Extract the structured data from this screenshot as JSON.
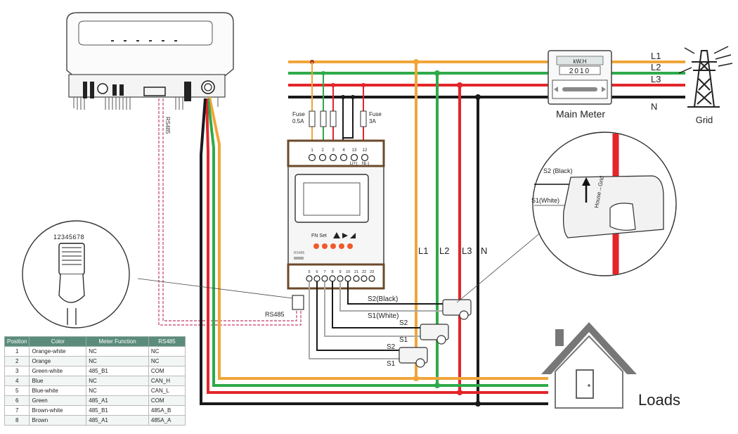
{
  "phase_lines": {
    "L1": "L1",
    "L2": "L2",
    "L3": "L3",
    "N": "N",
    "colors": {
      "L1": "#f0a63a",
      "L2": "#2eaa4a",
      "L3": "#e2262a",
      "N": "#1a1a1a"
    }
  },
  "grid": {
    "label": "Grid"
  },
  "main_meter": {
    "label": "Main Meter",
    "unit": "kW.H",
    "reading": "2010"
  },
  "fuses": {
    "left": [
      "Fuse",
      "0.5A"
    ],
    "right": [
      "Fuse",
      "3A"
    ]
  },
  "meter_device": {
    "top_terminals": [
      "1",
      "2",
      "3",
      "4",
      "13",
      "12"
    ],
    "top_sub": [
      "L(+)",
      "N(-)"
    ],
    "bottom_terminals": [
      "5",
      "6",
      "7",
      "8",
      "9",
      "10",
      "21",
      "22",
      "23"
    ],
    "buttons": "FN  Set",
    "rs485_tag": "RS485"
  },
  "ct_labels": {
    "s2_black": "S2(Black)",
    "s1_white": "S1(White)",
    "s2": "S2",
    "s1": "S1"
  },
  "ct_zoom": {
    "s2": "S2 (Black)",
    "s1": "S1(White)",
    "text": "House→Grid"
  },
  "rs485": {
    "vertical": "RS485",
    "label": "RS485"
  },
  "rj45": {
    "pins": "12345678"
  },
  "loads": {
    "label": "Loads"
  },
  "pin_table": {
    "headers": [
      "Position",
      "Color",
      "Meter Function",
      "RS485"
    ],
    "rows": [
      [
        "1",
        "Orange-white",
        "NC",
        "NC"
      ],
      [
        "2",
        "Orange",
        "NC",
        "NC"
      ],
      [
        "3",
        "Green-white",
        "485_B1",
        "COM"
      ],
      [
        "4",
        "Blue",
        "NC",
        "CAN_H"
      ],
      [
        "5",
        "Blue-white",
        "NC",
        "CAN_L"
      ],
      [
        "6",
        "Green",
        "485_A1",
        "COM"
      ],
      [
        "7",
        "Brown-white",
        "485_B1",
        "485A_B"
      ],
      [
        "8",
        "Brown",
        "485_A1",
        "485A_A"
      ]
    ]
  }
}
